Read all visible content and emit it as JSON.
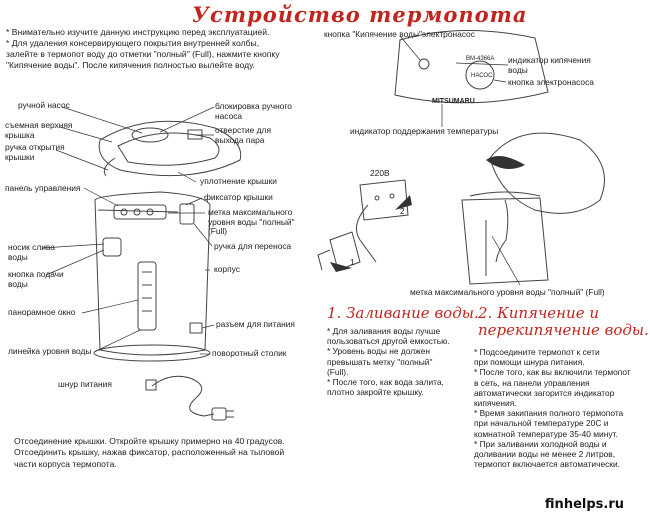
{
  "title": "Устройство термопота",
  "intro": [
    "* Внимательно изучите данную инструкцию перед эксплуатацией.",
    "* Для удаления консервирующего покрытия внутренней колбы,",
    "залейте в термопот воду до отметки \"полный\" (Full), нажмите кнопку",
    "\"Кипячение воды\". После кипячения полностью вылейте воду."
  ],
  "parts": {
    "hand_pump": "ручной насос",
    "removable_lid": [
      "съемная верхняя",
      "крышка"
    ],
    "lid_handle": [
      "ручка открытия",
      "крышки"
    ],
    "control_panel": "панель управления",
    "spout": [
      "носик слива",
      "воды"
    ],
    "dispense_button": [
      "кнопка подачи",
      "воды"
    ],
    "window": "панорамное окно",
    "level_ruler": "линейка уровня воды",
    "power_cord": "шнур питания",
    "pump_lock": [
      "блокировка ручного",
      "насоса"
    ],
    "steam_hole": [
      "отверстие для",
      "выхода пара"
    ],
    "lid_seal": "уплотнение крышки",
    "lid_latch": "фиксатор крышки",
    "max_mark": [
      "метка максимального",
      "уровня воды \"полный\"",
      "(Full)"
    ],
    "carry_handle": "ручка для переноса",
    "body": "корпус",
    "power_socket": "разъем для питания",
    "swivel_base": "поворотный столик"
  },
  "panel": {
    "boil_button": "кнопка \"Кипячение воды\"электронасос",
    "boil_indicator": [
      "индикатор кипячения",
      "воды"
    ],
    "pump_button": "кнопка электронасоса",
    "keep_warm_indicator": "индикатор поддержания температуры",
    "brand": "MITSUMARU",
    "model": "BM-4366A",
    "pump_key": "НАСОС"
  },
  "plug": {
    "voltage": "220В",
    "step1": "1",
    "step2": "2"
  },
  "full_mark_caption": "метка максимального уровня воды \"полный\" (Full)",
  "section1": {
    "title": "1. Заливание воды.",
    "lines": [
      "* Для заливания воды лучше",
      "пользоваться другой емкостью.",
      "* Уровень воды не должен",
      "превышать метку \"полный\"",
      "(Full).",
      "* После того, как вода залита,",
      "плотно закройте крышку."
    ]
  },
  "section2": {
    "title": [
      "2. Кипячение и",
      "перекипячение воды."
    ],
    "lines": [
      "* Подсоедините термопот к сети",
      "при помощи шнура питания.",
      "* После того, как вы включили термопот",
      "в сеть, на панели управления",
      "автоматически загорится индикатор",
      "кипячения.",
      "* Время закипания полного термопота",
      "при начальной температуре 20С и",
      "комнатной температуре 35-40 минут.",
      "* При заливании холодной воды и",
      "доливании воды не менее 2 литров,",
      "термопот включается автоматически."
    ]
  },
  "footer": [
    "Отсоединение крышки. Откройте крышку примерно на 40 градусов.",
    "Отсоединить крышку, нажав фиксатор, расположенный на тыловой",
    "части корпуса термопота."
  ],
  "watermark": "finhelps.ru"
}
